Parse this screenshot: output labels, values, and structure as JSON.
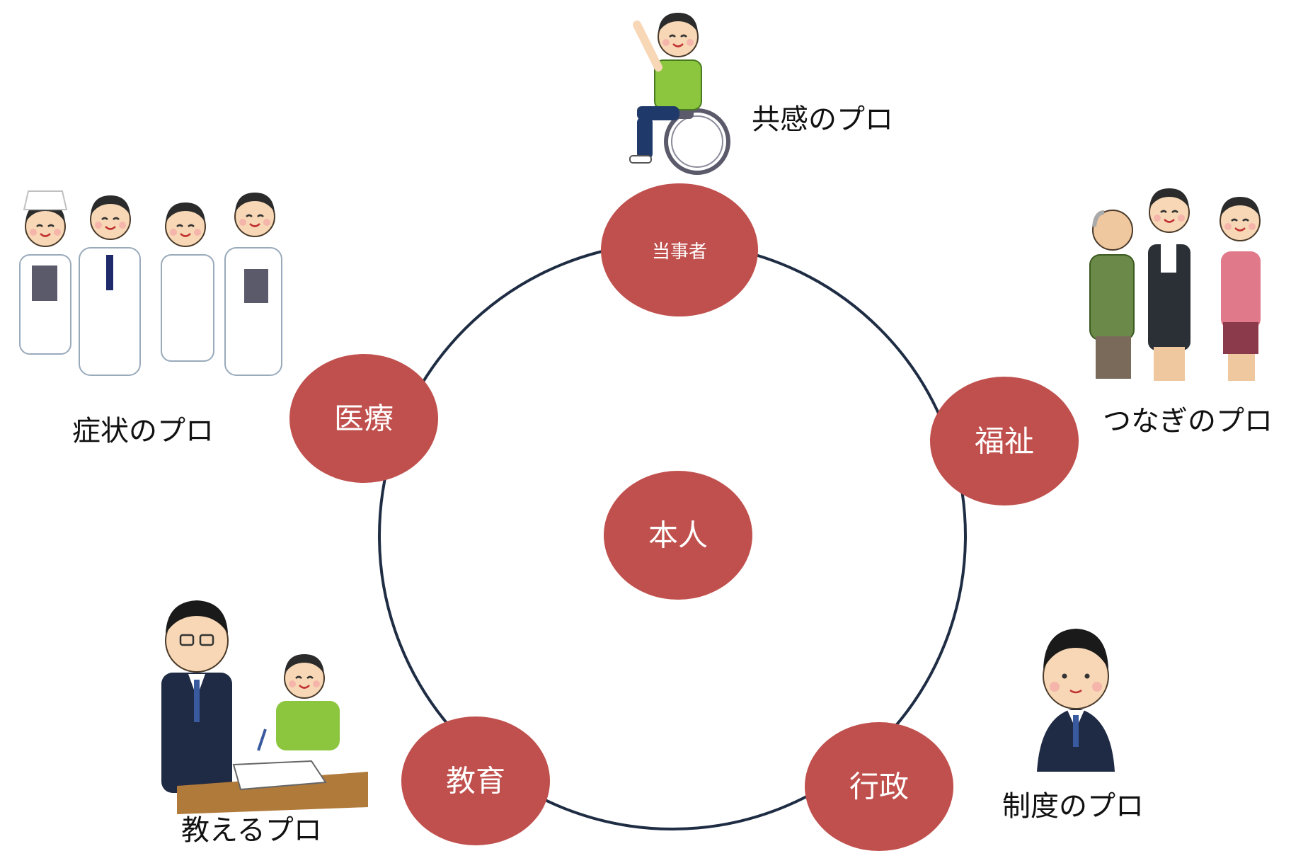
{
  "colors": {
    "node_fill": "#c0504d",
    "ring_stroke": "#1f2d44",
    "caption": "#111111"
  },
  "center": {
    "label": "本人"
  },
  "nodes": [
    {
      "id": "tojisha",
      "label": "当事者",
      "caption": "共感のプロ",
      "figure": "wheelchair-user-illustration"
    },
    {
      "id": "fukushi",
      "label": "福祉",
      "caption": "つなぎのプロ",
      "figure": "caregivers-with-elderly-man-illustration"
    },
    {
      "id": "gyosei",
      "label": "行政",
      "caption": "制度のプロ",
      "figure": "civil-servant-illustration"
    },
    {
      "id": "kyoiku",
      "label": "教育",
      "caption": "教えるプロ",
      "figure": "teacher-and-student-illustration"
    },
    {
      "id": "iryo",
      "label": "医療",
      "caption": "症状のプロ",
      "figure": "medical-staff-illustration"
    }
  ]
}
